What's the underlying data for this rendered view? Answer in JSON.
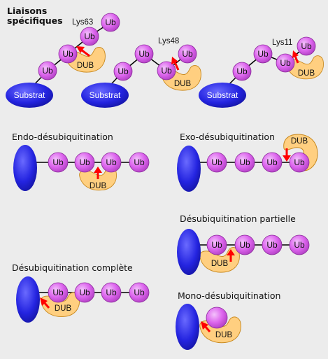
{
  "labels": {
    "title": [
      "Liaisons",
      "spécifiques"
    ],
    "ub": "Ub",
    "dub": "DUB",
    "substrat": "Substrat",
    "lys63": "Lys63",
    "lys48": "Lys48",
    "lys11": "Lys11",
    "endo": "Endo-désubiquitination",
    "exo": "Exo-désubiquitination",
    "partielle": "Désubiquitination partielle",
    "complete": "Désubiquitination complète",
    "mono": "Mono-désubiquitination"
  },
  "colors": {
    "ubiquitin": "#dd66ee",
    "dub": "#ffcf80",
    "substrate": "#2222dd",
    "arrow": "#ff0000",
    "background": "#ececec"
  }
}
